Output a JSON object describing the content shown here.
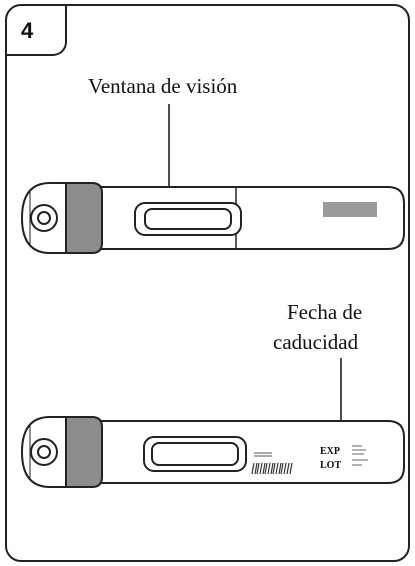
{
  "step": {
    "number": "4"
  },
  "labels": {
    "viewing_window": "Ventana de visión",
    "expiry_date_line1": "Fecha de",
    "expiry_date_line2": "caducidad"
  },
  "pen_print": {
    "exp": "EXP",
    "lot": "LOT"
  }
}
